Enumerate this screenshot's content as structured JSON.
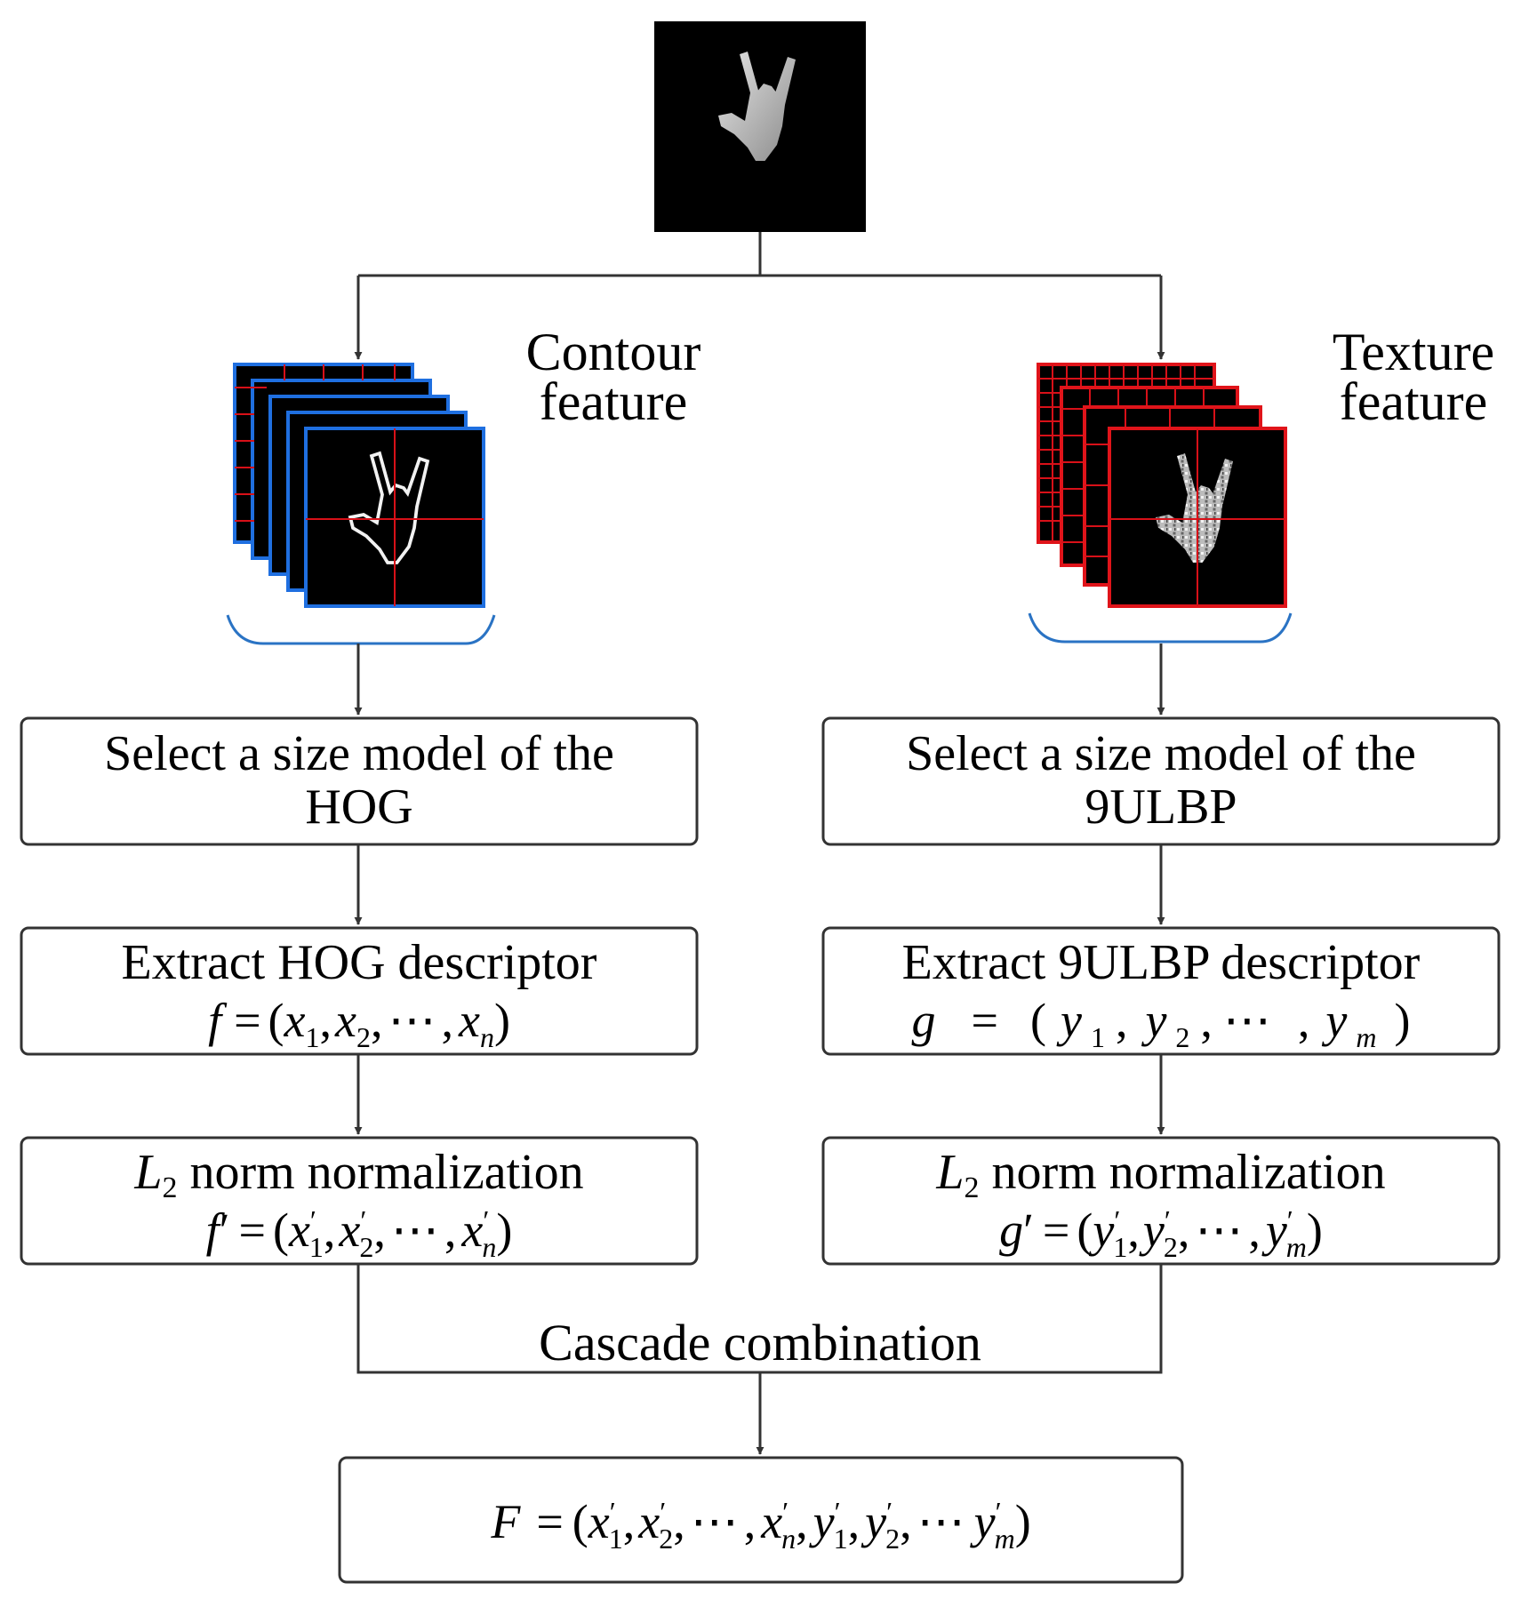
{
  "labels": {
    "contour_line1": "Contour",
    "contour_line2": "feature",
    "texture_line1": "Texture",
    "texture_line2": "feature",
    "cascade": "Cascade combination"
  },
  "left": {
    "select_line1": "Select a size model of the",
    "select_line2": "HOG",
    "extract_title": "Extract HOG descriptor",
    "norm_title_rest": " norm normalization"
  },
  "right": {
    "select_line1": "Select a size model of the",
    "select_line2": "9ULBP",
    "extract_title": "Extract 9ULBP descriptor",
    "norm_title_rest": " norm normalization"
  },
  "math": {
    "L": "L",
    "two": "2",
    "f": "f",
    "g": "g",
    "F": "F",
    "x": "x",
    "y": "y",
    "n": "n",
    "m": "m",
    "one": "1",
    "prime": "′",
    "eq": "=",
    "lparen": "(",
    "rparen": ")",
    "comma": ",",
    "dots": "⋯"
  },
  "colors": {
    "hog_frame": "#1f6fe0",
    "ulbp_frame": "#e0141a",
    "grid_red": "#d81018",
    "bracket": "#2a73c4",
    "line": "#333333"
  },
  "icons": {
    "source_image": "hand-gesture-photo",
    "hog_stack": "hog-edge-image-stack",
    "ulbp_stack": "lbp-texture-image-stack"
  }
}
